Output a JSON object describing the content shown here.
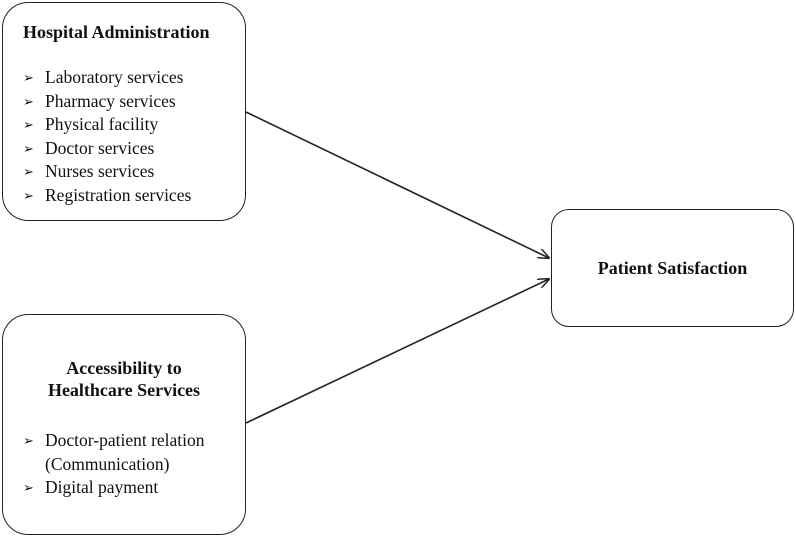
{
  "hospital": {
    "title": "Hospital Administration",
    "bullet": "➢",
    "items": [
      "Laboratory services",
      "Pharmacy services",
      "Physical facility",
      "Doctor services",
      "Nurses services",
      "Registration services"
    ]
  },
  "access": {
    "title_line1": "Accessibility to",
    "title_line2": "Healthcare Services",
    "bullet": "➢",
    "items": [
      {
        "line1": "Doctor-patient relation",
        "line2": "(Communication)"
      },
      {
        "line1": "Digital payment"
      }
    ]
  },
  "outcome": {
    "title": "Patient Satisfaction"
  },
  "colors": {
    "stroke": "#222222",
    "text": "#111111",
    "background": "#ffffff"
  }
}
